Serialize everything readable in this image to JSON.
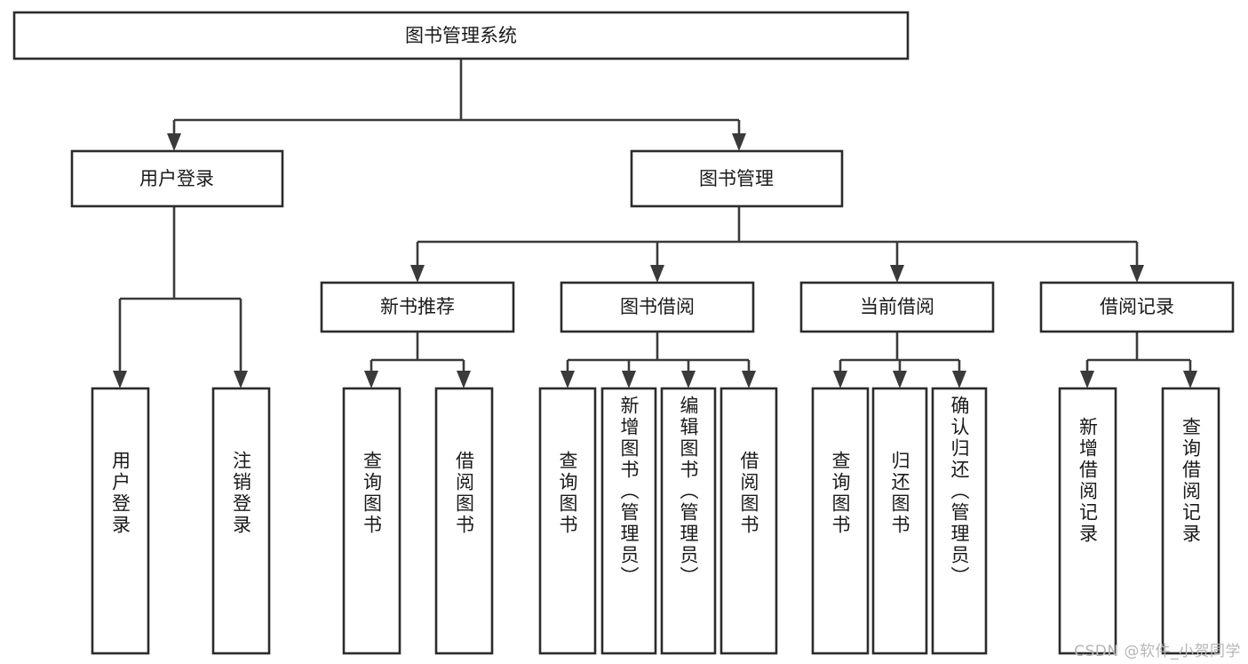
{
  "diagram": {
    "type": "tree",
    "title": "图书管理系统",
    "watermark": "CSDN @软件_小贺同学",
    "colors": {
      "box_stroke": "#2b2b2b",
      "connector": "#3a3a3a",
      "box_fill": "#ffffff",
      "text": "#1a1a1a",
      "watermark": "#b6b6b6",
      "background": "#ffffff"
    },
    "root": {
      "label": "图书管理系统"
    },
    "level2": [
      {
        "label": "用户登录"
      },
      {
        "label": "图书管理"
      }
    ],
    "level3": [
      {
        "label": "新书推荐"
      },
      {
        "label": "图书借阅"
      },
      {
        "label": "当前借阅"
      },
      {
        "label": "借阅记录"
      }
    ],
    "leaves": {
      "user_login": [
        {
          "label": "用户登录"
        },
        {
          "label": "注销登录"
        }
      ],
      "new_book_recommend": [
        {
          "label": "查询图书"
        },
        {
          "label": "借阅图书"
        }
      ],
      "book_borrow": [
        {
          "label": "查询图书"
        },
        {
          "label": "新增图书（管理员）"
        },
        {
          "label": "编辑图书（管理员）"
        },
        {
          "label": "借阅图书"
        }
      ],
      "current_borrow": [
        {
          "label": "查询图书"
        },
        {
          "label": "归还图书"
        },
        {
          "label": "确认归还（管理员）"
        }
      ],
      "borrow_record": [
        {
          "label": "新增借阅记录"
        },
        {
          "label": "查询借阅记录"
        }
      ]
    }
  }
}
